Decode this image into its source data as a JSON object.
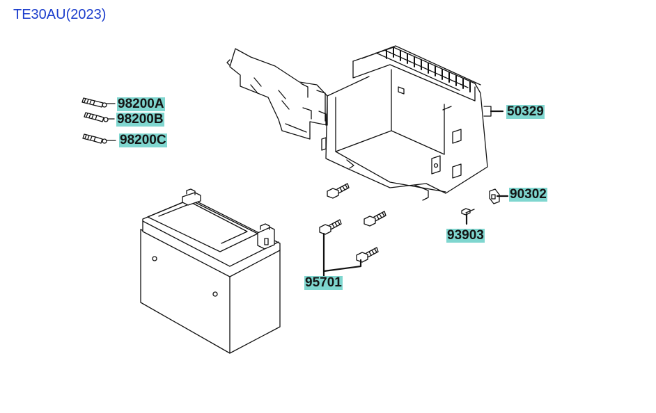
{
  "page": {
    "title": "TE30AU(2023)"
  },
  "colors": {
    "title": "#1a3ccc",
    "callout_bg": "#7fd6cf",
    "callout_text": "#141414",
    "line": "#111111"
  },
  "parts": [
    {
      "id": "98200A",
      "label": "98200A",
      "component": "fuse-a"
    },
    {
      "id": "98200B",
      "label": "98200B",
      "component": "fuse-b"
    },
    {
      "id": "98200C",
      "label": "98200C",
      "component": "fuse-c"
    },
    {
      "id": "50329",
      "label": "50329",
      "component": "battery-case"
    },
    {
      "id": "90302",
      "label": "90302",
      "component": "clip-nut"
    },
    {
      "id": "93903",
      "label": "93903",
      "component": "small-screw"
    },
    {
      "id": "95701",
      "label": "95701",
      "component": "flange-bolts"
    }
  ]
}
